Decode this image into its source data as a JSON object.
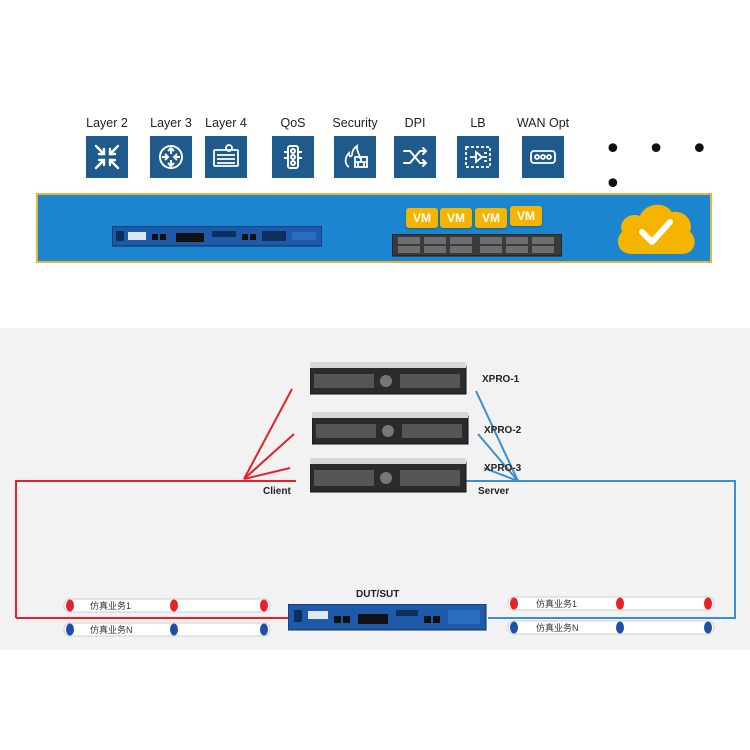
{
  "features": [
    {
      "label": "Layer 2",
      "icon": "arrows-inward-icon"
    },
    {
      "label": "Layer 3",
      "icon": "router-icon"
    },
    {
      "label": "Layer 4",
      "icon": "switch-panel-icon"
    },
    {
      "label": "QoS",
      "icon": "traffic-light-icon"
    },
    {
      "label": "Security",
      "icon": "firewall-icon"
    },
    {
      "label": "DPI",
      "icon": "crossed-arrows-icon"
    },
    {
      "label": "LB",
      "icon": "load-balancer-icon"
    },
    {
      "label": "WAN Opt",
      "icon": "wan-optimizer-icon"
    }
  ],
  "ellipsis": "• • • •",
  "banner": {
    "vm_labels": [
      "VM",
      "VM",
      "VM",
      "VM"
    ],
    "colors": {
      "background": "#1b86cf",
      "border": "#e3b53a",
      "cloud": "#f5b400"
    }
  },
  "diagram": {
    "testers": [
      "XPRO-1",
      "XPRO-2",
      "XPRO-3"
    ],
    "client_label": "Client",
    "server_label": "Server",
    "dut_label": "DUT/SUT",
    "left_pipes": [
      "仿真业务1",
      "仿真业务N"
    ],
    "right_pipes": [
      "仿真业务1",
      "仿真业务N"
    ],
    "colors": {
      "client_line": "#e8202a",
      "server_line": "#3a8fd4"
    }
  }
}
